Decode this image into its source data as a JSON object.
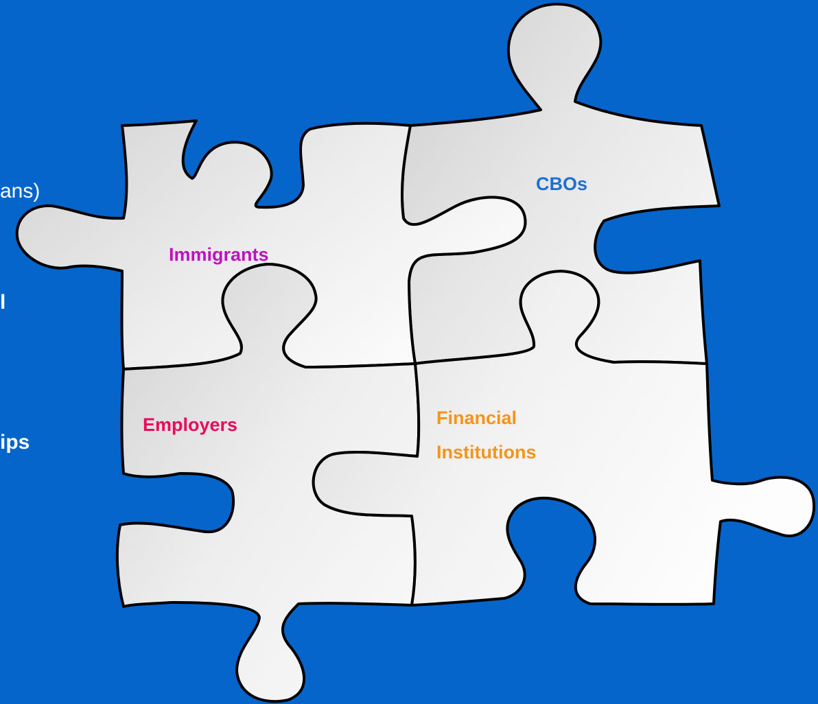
{
  "left_text": {
    "line1": "ans)",
    "line2": "l",
    "line3": "ips"
  },
  "pieces": {
    "immigrants": {
      "label": "Immigrants",
      "color": "#c010c0"
    },
    "cbos": {
      "label": "CBOs",
      "color": "#1f6fd0"
    },
    "employers": {
      "label": "Employers",
      "color": "#ea0a5a"
    },
    "financial": {
      "label_line1": "Financial",
      "label_line2": "Institutions",
      "color": "#f3941b"
    }
  },
  "colors": {
    "background": "#0565cb",
    "piece_fill_light": "#f4f4f4",
    "piece_fill_shade": "#d6d6d6",
    "outline": "#000000"
  }
}
